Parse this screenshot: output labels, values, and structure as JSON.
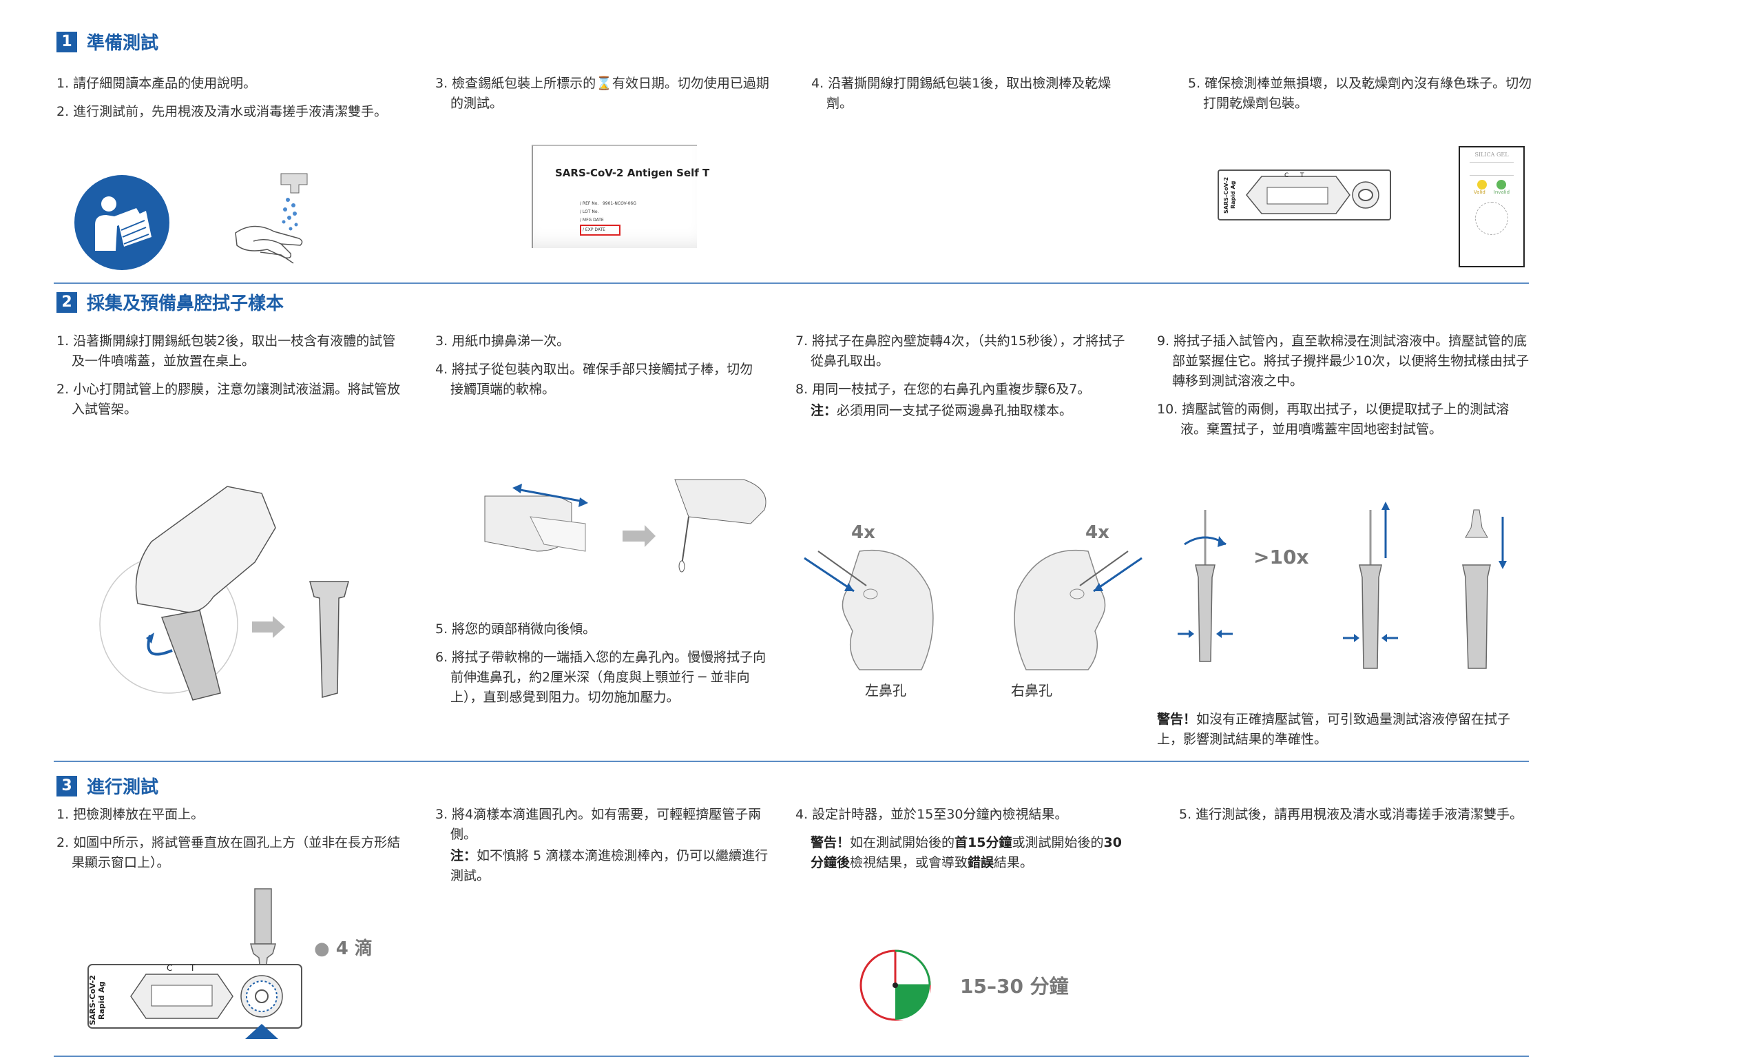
{
  "sections": [
    {
      "num": "1",
      "title": "準備測試"
    },
    {
      "num": "2",
      "title": "採集及預備鼻腔拭子樣本"
    },
    {
      "num": "3",
      "title": "進行測試"
    }
  ],
  "s1": {
    "col1": [
      "1. 請仔細閱讀本產品的使用說明。",
      "2. 進行測試前，先用梘液及清水或消毒搓手液清潔雙手。"
    ],
    "col2_a": "3. 檢查錫紙包裝上所標示的",
    "col2_b": "有效日期。切勿使用已過期的測試。",
    "col3": [
      "4. 沿著撕開線打開錫紙包裝1後，取出檢測棒及乾燥劑。"
    ],
    "col4": [
      "5. 確保檢測棒並無損壞，以及乾燥劑內沒有綠色珠子。切勿打開乾燥劑包裝。"
    ],
    "foil_title": "SARS-CoV-2 Antigen Self T",
    "foil_ref": "/ REF No.",
    "foil_ref_val": "9901-NCOV-06G",
    "foil_lot": "/ LOT No.",
    "foil_mfg": "/ MFG DATE",
    "foil_exp": "/ EXP DATE",
    "cassette_label_1": "SARS-CoV-2",
    "cassette_label_2": "Rapid Ag",
    "c": "C",
    "t": "T",
    "silica_title": "SILICA GEL",
    "silica_valid": "Valid",
    "silica_invalid": "Invalid"
  },
  "s2": {
    "col1": [
      "1. 沿著撕開線打開錫紙包裝2後，取出一枝含有液體的試管及一件噴嘴蓋，並放置在桌上。",
      "2. 小心打開試管上的膠膜，注意勿讓測試液溢漏。將試管放入試管架。"
    ],
    "col2": [
      "3. 用紙巾擤鼻涕一次。",
      "4. 將拭子從包裝內取出。確保手部只接觸拭子棒，切勿接觸頂端的軟棉。"
    ],
    "col2b": [
      "5. 將您的頭部稍微向後傾。",
      "6. 將拭子帶軟棉的一端插入您的左鼻孔內。慢慢將拭子向前伸進鼻孔，約2厘米深（角度與上顎並行 ─ 並非向上），直到感覺到阻力。切勿施加壓力。"
    ],
    "col3": [
      "7. 將拭子在鼻腔內壁旋轉4次，（共約15秒後），才將拭子從鼻孔取出。",
      "8. 用同一枝拭子，在您的右鼻孔內重複步驟6及7。"
    ],
    "col3_note_label": "注：",
    "col3_note": "必須用同一支拭子從兩邊鼻孔抽取樣本。",
    "col4": [
      "9. 將拭子插入試管內，直至軟棉浸在測試溶液中。擠壓試管的底部並緊握住它。將拭子攪拌最少10次，以便將生物拭樣由拭子轉移到測試溶液之中。",
      "10. 擠壓試管的兩側，再取出拭子，以便提取拭子上的測試溶液。棄置拭子，並用噴嘴蓋牢固地密封試管。"
    ],
    "times_left": "4x",
    "times_right": "4x",
    "left_nostril": "左鼻孔",
    "right_nostril": "右鼻孔",
    "stir_times": ">10x",
    "warning_label": "警告！",
    "warning_text": "如沒有正確擠壓試管，可引致過量測試溶液停留在拭子上，影響測試結果的準確性。"
  },
  "s3": {
    "col1": [
      "1. 把檢測棒放在平面上。",
      "2. 如圖中所示，將試管垂直放在圓孔上方（並非在長方形結果顯示窗口上）。"
    ],
    "col2": [
      "3. 將4滴樣本滴進圓孔內。如有需要，可輕輕擠壓管子兩側。"
    ],
    "col2_note_label": "注：",
    "col2_note": "如不慎將 5 滴樣本滴進檢測棒內，仍可以繼續進行測試。",
    "col3": [
      "4. 設定計時器，並於15至30分鐘內檢視結果。"
    ],
    "warn_label": "警告！",
    "warn_1": "如在測試開始後的",
    "warn_b1": "首15分鐘",
    "warn_2": "或測試開始後的",
    "warn_b2": "30分鐘後",
    "warn_3": "檢視結果，或會導致",
    "warn_b3": "錯誤",
    "warn_4": "結果。",
    "col4": [
      "5. 進行測試後，請再用梘液及清水或消毒搓手液清潔雙手。"
    ],
    "drops": "4 滴",
    "timer": "15–30 分鐘"
  },
  "colors": {
    "accent": "#1c5ea8",
    "rule": "#5b8cc4",
    "timer_green": "#1f9e4a",
    "timer_red": "#d9282f"
  }
}
